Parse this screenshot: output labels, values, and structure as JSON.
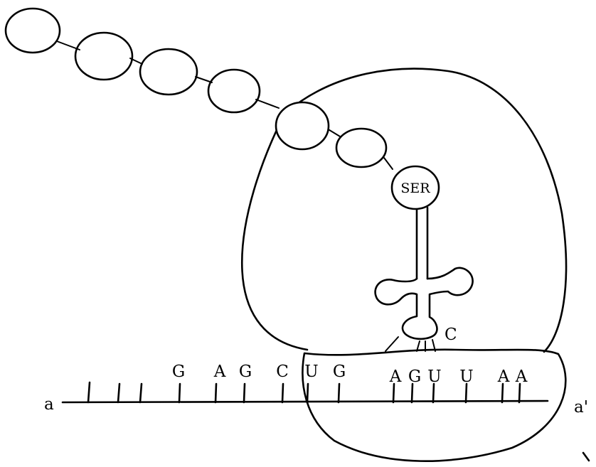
{
  "diagram": {
    "amino_acid": "SER",
    "anticodon_end_label": "C",
    "strand_start_label": "a",
    "strand_end_label": "a'",
    "bases": [
      "G",
      "A",
      "G",
      "C",
      "U",
      "G",
      "A",
      "G",
      "U",
      "U",
      "A",
      "A"
    ]
  }
}
